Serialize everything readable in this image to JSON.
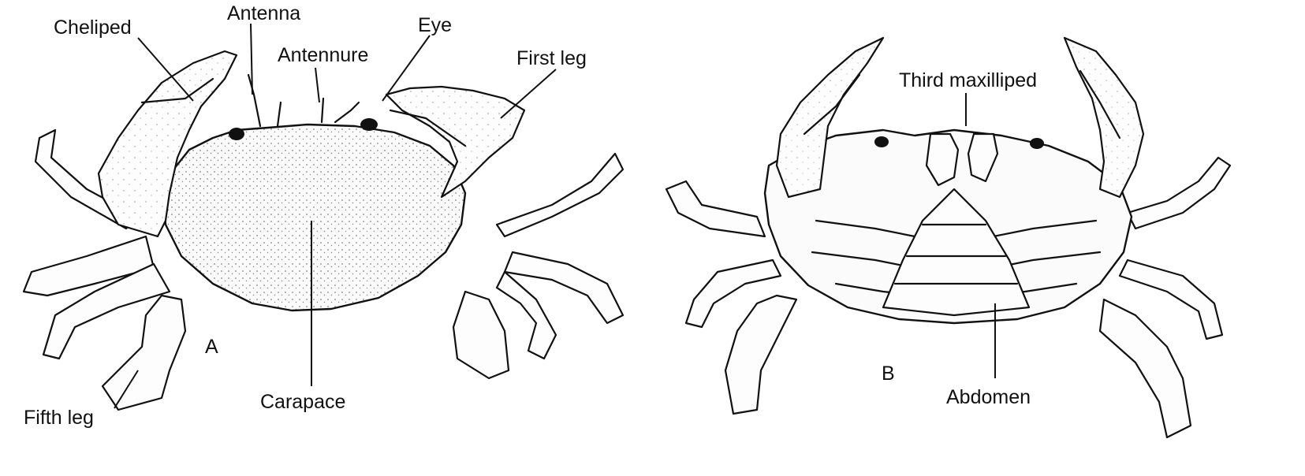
{
  "figure": {
    "panel_a": {
      "letter": "A",
      "labels": {
        "cheliped": "Cheliped",
        "antenna": "Antenna",
        "antennule": "Antennure",
        "eye": "Eye",
        "first_leg": "First leg",
        "fifth_leg": "Fifth leg",
        "carapace": "Carapace"
      }
    },
    "panel_b": {
      "letter": "B",
      "labels": {
        "third_maxilliped": "Third maxilliped",
        "abdomen": "Abdomen"
      }
    }
  }
}
